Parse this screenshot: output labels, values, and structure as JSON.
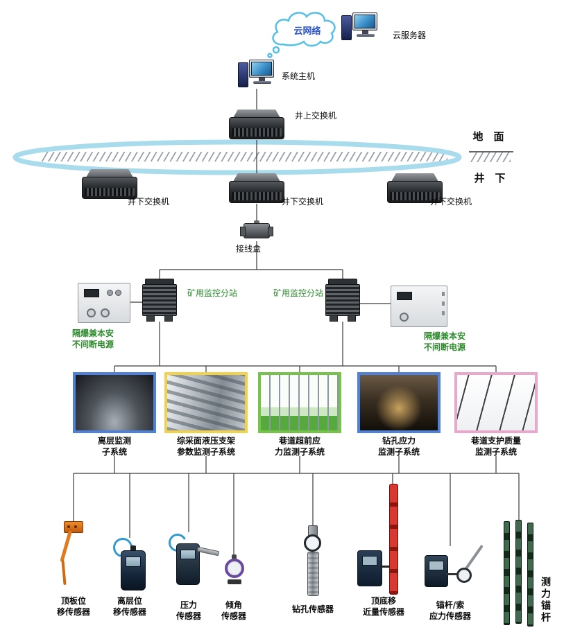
{
  "cloud": {
    "network": "云网络",
    "server": "云服务器"
  },
  "host": "系统主机",
  "surface_switch": "井上交换机",
  "underground_switches": [
    "井下交换机",
    "井下交换机",
    "井下交换机"
  ],
  "ground_label": "地　面",
  "underground_label": "井　下",
  "junction_box": "接线盒",
  "substation_left": "矿用监控分站",
  "substation_right": "矿用监控分站",
  "ups_left": "隔爆兼本安\n不间断电源",
  "ups_right": "隔爆兼本安\n不间断电源",
  "subsystems": [
    {
      "label": "离层监测\n子系统"
    },
    {
      "label": "综采面液压支架\n参数监测子系统"
    },
    {
      "label": "巷道超前应\n力监测子系统"
    },
    {
      "label": "钻孔应力\n监测子系统"
    },
    {
      "label": "巷道支护质量\n监测子系统"
    }
  ],
  "sensors": [
    {
      "label": "顶板位\n移传感器"
    },
    {
      "label": "离层位\n移传感器"
    },
    {
      "label": "压力\n传感器"
    },
    {
      "label": "倾角\n传感器"
    },
    {
      "label": "钻孔传感器"
    },
    {
      "label": "顶底移\n近量传感器"
    },
    {
      "label": "锚杆/索\n应力传感器"
    },
    {
      "label": "测力锚杆"
    }
  ],
  "colors": {
    "ring": "#a8dcec",
    "cloud_stroke": "#55bfe6",
    "cloud_text": "#2b55c8",
    "green_label": "#2e8b2e",
    "card_borders": [
      "#4f81d8",
      "#f0d24e",
      "#76c24b",
      "#4f81d8",
      "#e9a8cb"
    ]
  }
}
